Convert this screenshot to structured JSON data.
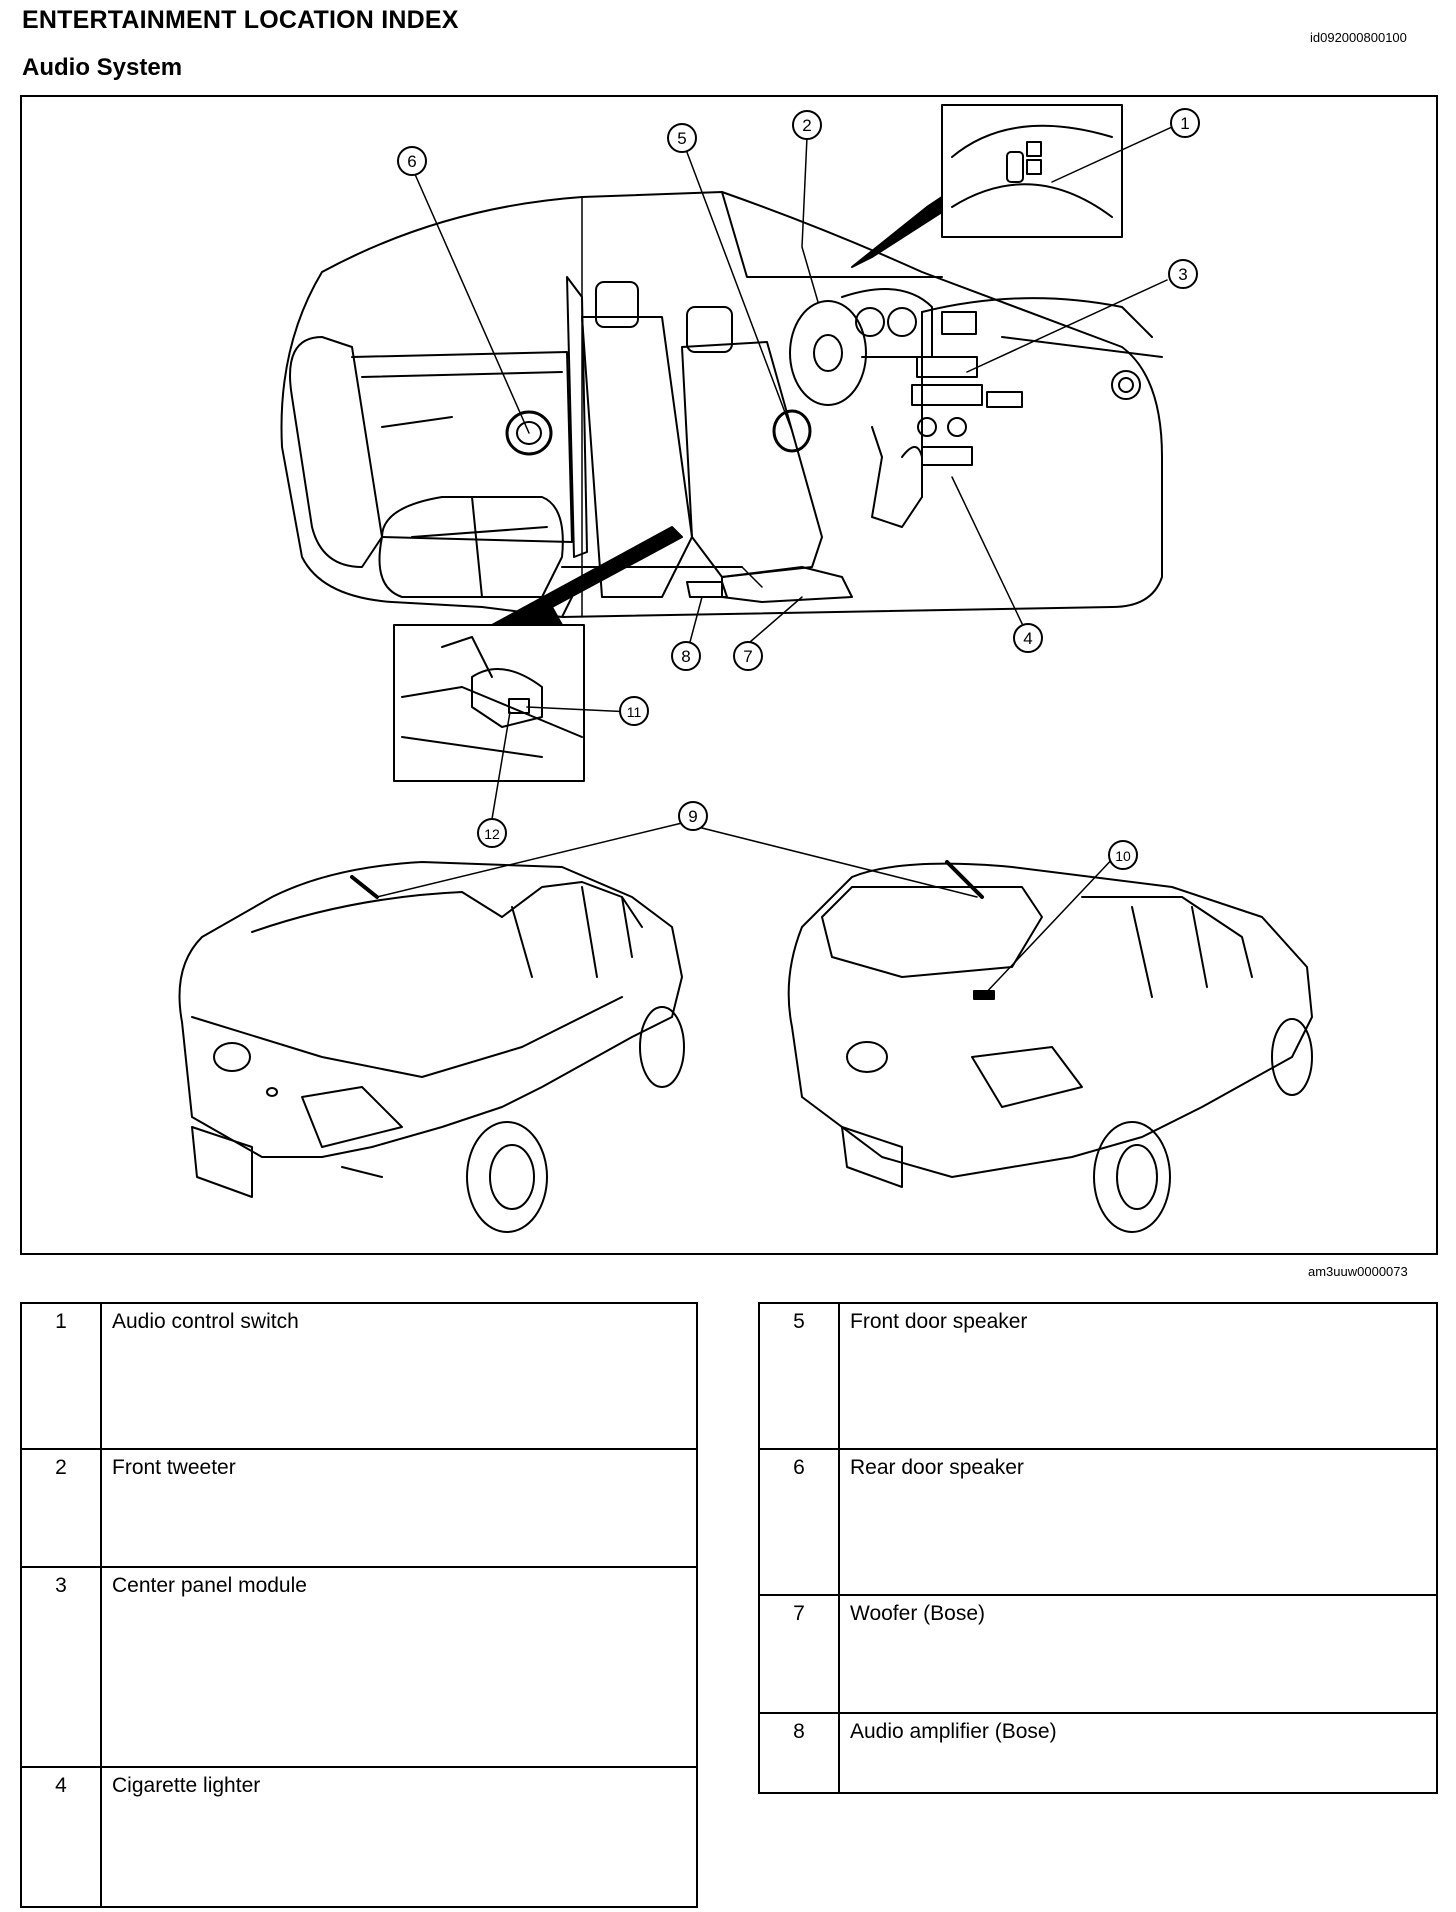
{
  "header": {
    "title": "ENTERTAINMENT LOCATION INDEX",
    "doc_id": "id092000800100",
    "section": "Audio System"
  },
  "figure": {
    "code": "am3uuw0000073",
    "callouts": [
      "1",
      "2",
      "3",
      "4",
      "5",
      "6",
      "7",
      "8",
      "9",
      "10",
      "11",
      "12"
    ]
  },
  "legend_left": [
    {
      "num": "1",
      "label": "Audio control switch"
    },
    {
      "num": "2",
      "label": "Front tweeter"
    },
    {
      "num": "3",
      "label": "Center panel module"
    },
    {
      "num": "4",
      "label": "Cigarette lighter"
    }
  ],
  "legend_right": [
    {
      "num": "5",
      "label": "Front door speaker"
    },
    {
      "num": "6",
      "label": "Rear door speaker"
    },
    {
      "num": "7",
      "label": "Woofer (Bose)"
    },
    {
      "num": "8",
      "label": "Audio amplifier (Bose)"
    }
  ]
}
